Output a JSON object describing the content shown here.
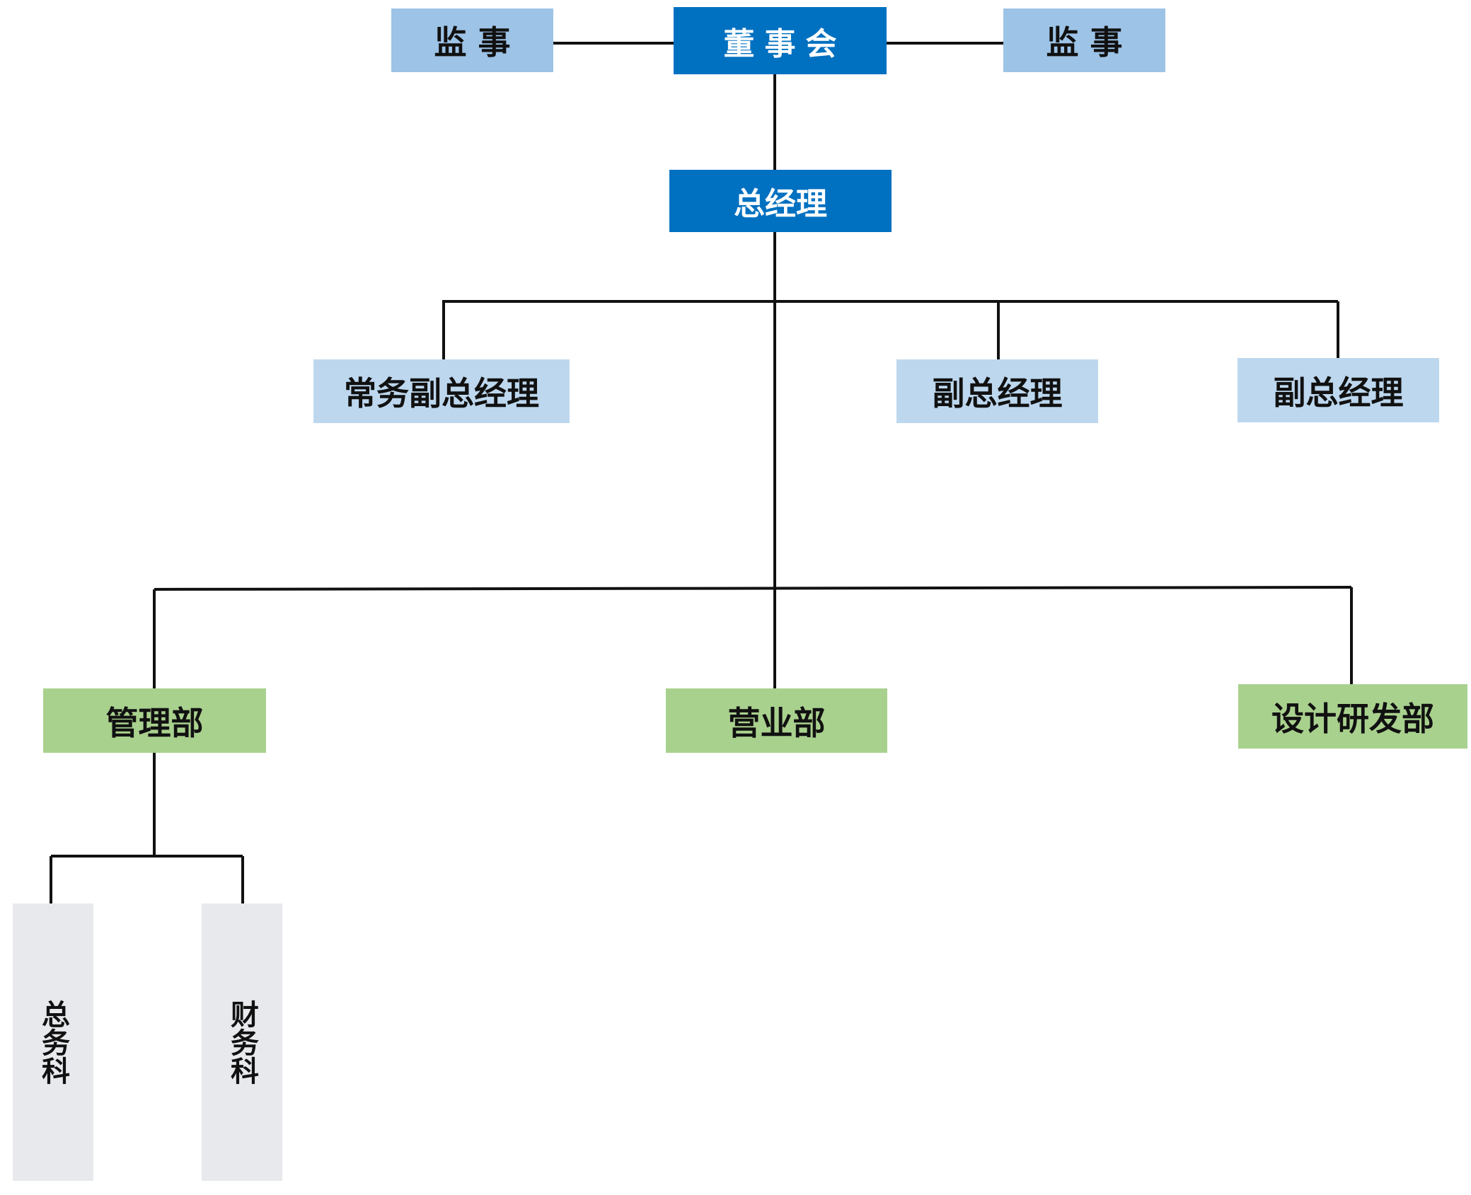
{
  "nodes": {
    "board": "董事会",
    "supervisor_left": "监 事",
    "supervisor_right": "监 事",
    "general_manager": "总经理",
    "exec_deputy_gm": "常务副总经理",
    "deputy_gm_1": "副总经理",
    "deputy_gm_2": "副总经理",
    "management_dept": "管理部",
    "sales_dept": "营业部",
    "rd_dept": "设计研发部",
    "general_affairs": "总务科",
    "finance": "财务科"
  },
  "colors": {
    "executive": "#0070c0",
    "supervisor": "#9dc3e6",
    "deputy": "#bdd7ee",
    "department": "#a9d18e",
    "section": "#e7e9ec",
    "line": "#111111"
  }
}
